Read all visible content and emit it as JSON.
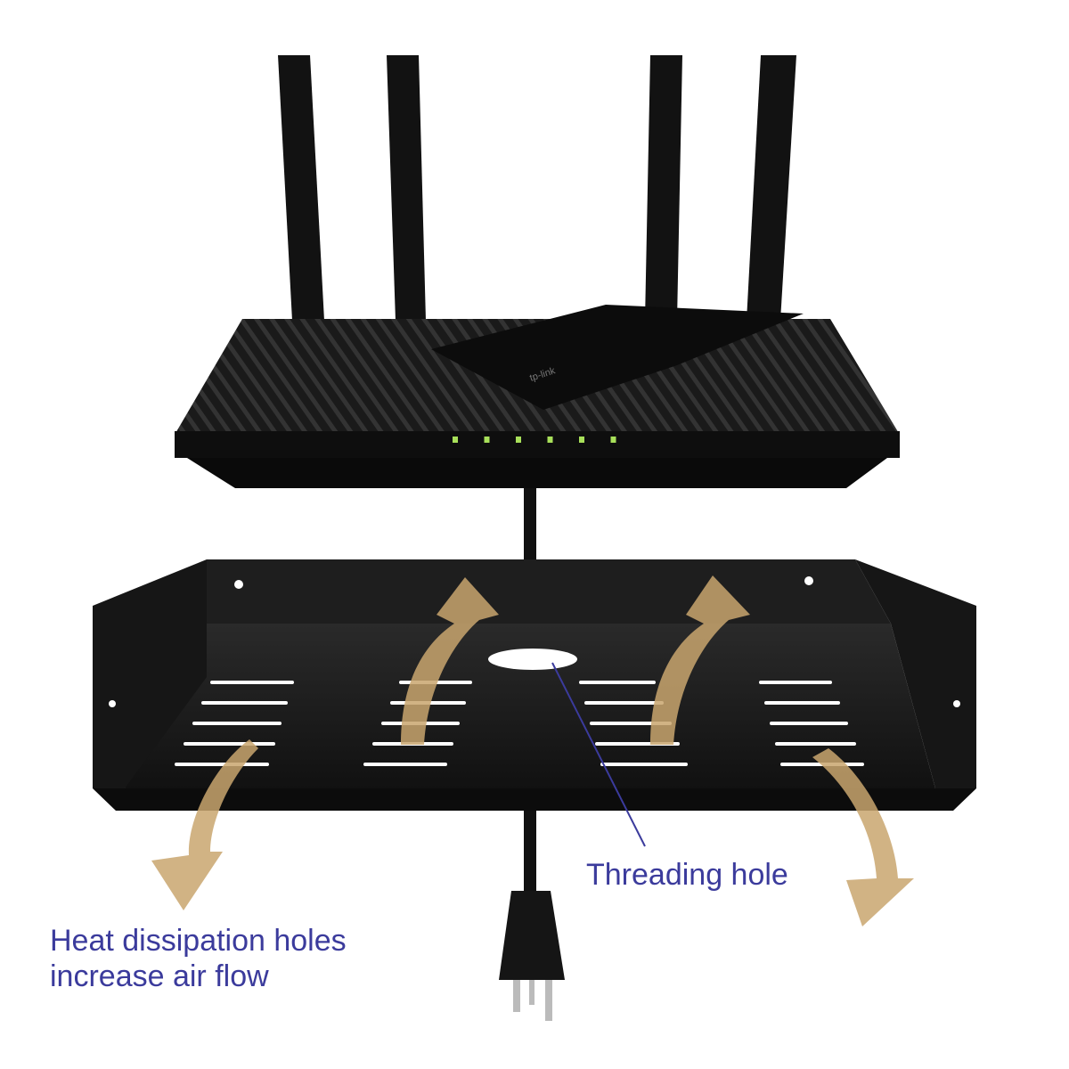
{
  "colors": {
    "label_text": "#3b3b9c",
    "pointer_line": "#3b3b9c",
    "arrow": "#c9a66e",
    "router": "#151515",
    "shelf": "#1c1c1c",
    "led": "#a8e05a"
  },
  "router": {
    "brand_logo": "tp-link",
    "led_count": 6
  },
  "annotations": {
    "threading_hole": "Threading hole",
    "heat_line1": "Heat dissipation holes",
    "heat_line2": "increase air flow"
  }
}
